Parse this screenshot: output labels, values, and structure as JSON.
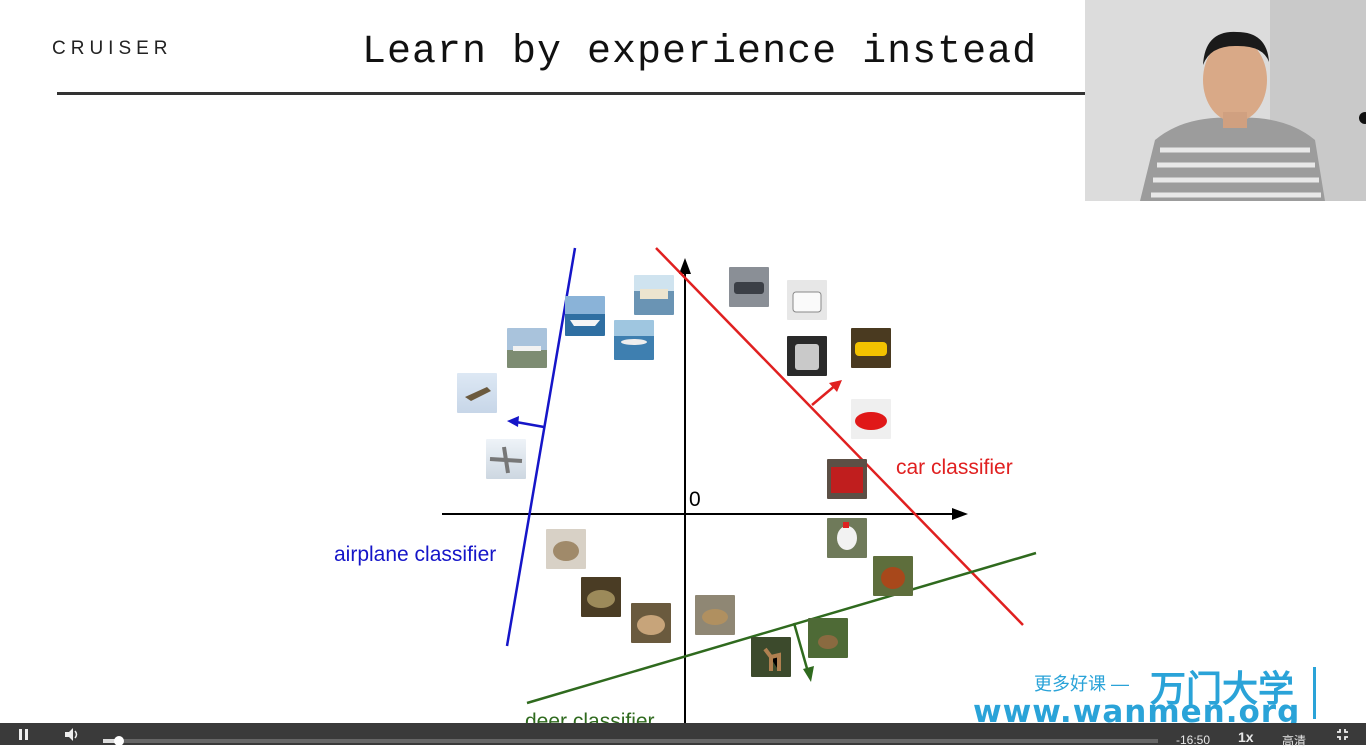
{
  "slide": {
    "logo": "CRUISER",
    "title": "Learn by experience instead"
  },
  "diagram": {
    "origin_label": "0",
    "classifiers": [
      {
        "name": "car classifier",
        "color": "#e02020"
      },
      {
        "name": "airplane classifier",
        "color": "#1515c8"
      },
      {
        "name": "deer classifier",
        "color": "#2f6a1e"
      }
    ]
  },
  "watermark": {
    "cn_text": "更多好课 —",
    "brand": "万门大学",
    "url": "www.wanmen.org"
  },
  "player": {
    "play_pause_icon": "pause-icon",
    "volume_icon": "volume-icon",
    "progress": 0.012,
    "time_remaining": "-16:50",
    "speed": "1x",
    "quality": "高清",
    "fullscreen_icon": "exit-fullscreen-icon"
  }
}
